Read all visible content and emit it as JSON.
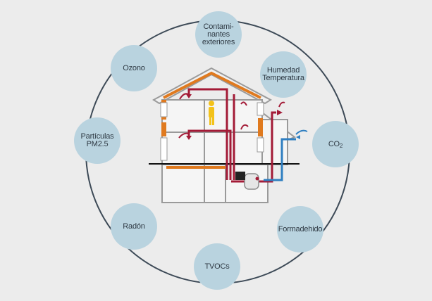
{
  "diagram": {
    "pollutants": [
      {
        "id": "contaminantes",
        "label": "Contami-\nnantes\nexteriores"
      },
      {
        "id": "humedad",
        "label": "Humedad\nTemperatura"
      },
      {
        "id": "co2",
        "label": "CO",
        "sub": "2"
      },
      {
        "id": "formaldehido",
        "label": "Formadehido"
      },
      {
        "id": "tvocs",
        "label": "TVOCs"
      },
      {
        "id": "radon",
        "label": "Radón"
      },
      {
        "id": "particulas",
        "label": "Partículas\nPM2.5"
      },
      {
        "id": "ozono",
        "label": "Ozono"
      }
    ]
  },
  "colors": {
    "background": "#ececec",
    "ring": "#3d4a57",
    "node": "#b9d3df",
    "house_outline": "#9a9a9a",
    "insulation": "#e07a1f",
    "red_duct": "#a31a36",
    "blue_duct": "#2f7fc1",
    "person": "#f3c21a"
  }
}
